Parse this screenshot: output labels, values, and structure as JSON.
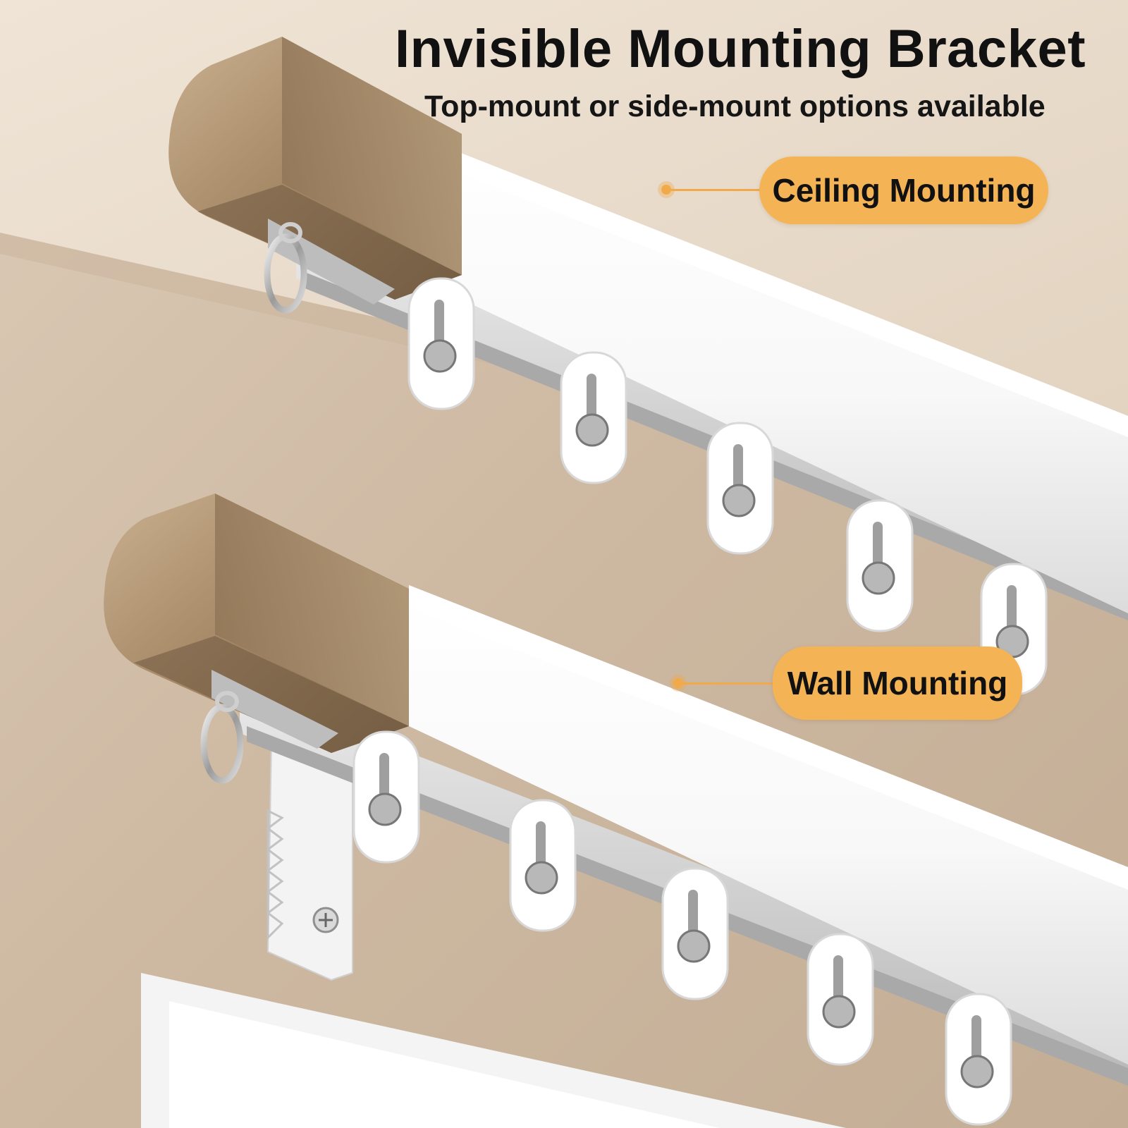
{
  "headline": "Invisible Mounting Bracket",
  "subheadline": "Top-mount or side-mount options available",
  "callouts": {
    "ceiling": "Ceiling Mounting",
    "wall": "Wall Mounting"
  },
  "colors": {
    "accent_orange": "#f4b455",
    "rail_white": "#ffffff",
    "end_cap_bronze": "#a68a6a",
    "wall_beige": "#d9c6b0",
    "ceiling_beige": "#e9dccb"
  }
}
